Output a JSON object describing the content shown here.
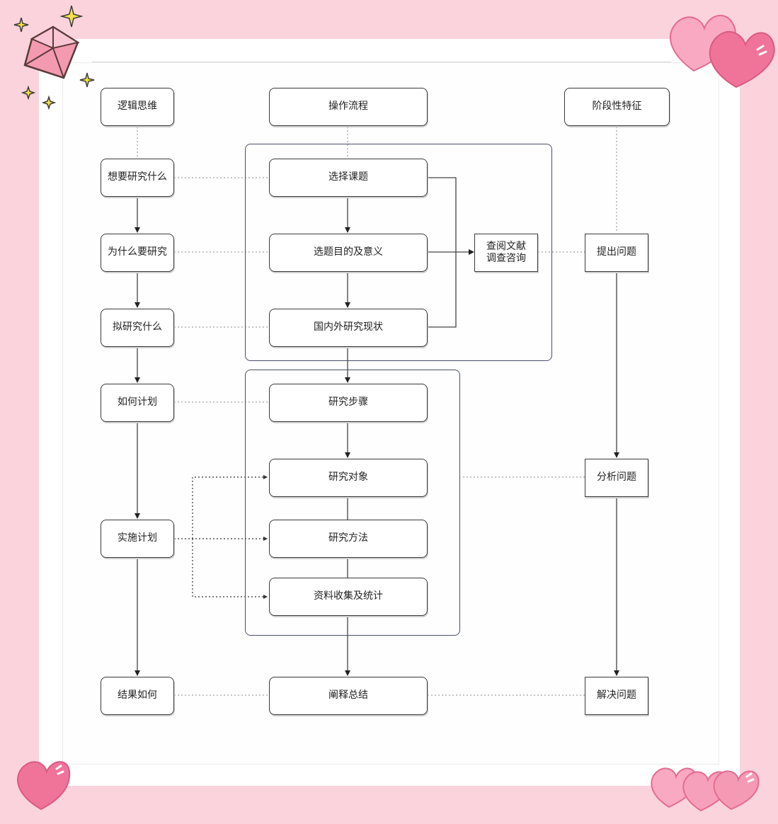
{
  "headers": {
    "logic": "逻辑思维",
    "process": "操作流程",
    "stage": "阶段性特征"
  },
  "logic": {
    "q1": "想要研究什么",
    "q2": "为什么要研究",
    "q3": "拟研究什么",
    "q4": "如何计划",
    "q5": "实施计划",
    "q6": "结果如何"
  },
  "process": {
    "p1": "选择课题",
    "p2": "选题目的及意义",
    "p3": "国内外研究现状",
    "p4": "研究步骤",
    "p5": "研究对象",
    "p6": "研究方法",
    "p7": "资料收集及统计",
    "p8": "阐释总结"
  },
  "literature": {
    "line1": "查阅文献",
    "line2": "调查咨询"
  },
  "stage": {
    "s1": "提出问题",
    "s2": "分析问题",
    "s3": "解决问题"
  },
  "colors": {
    "background": "#fbd3dd",
    "heart": "#f0739a",
    "heart_light": "#f9a9c2",
    "gem": "#f2859f",
    "sparkle": "#f5e04a"
  },
  "icons": [
    "gem-icon",
    "heart-icon",
    "sparkle-icon"
  ]
}
